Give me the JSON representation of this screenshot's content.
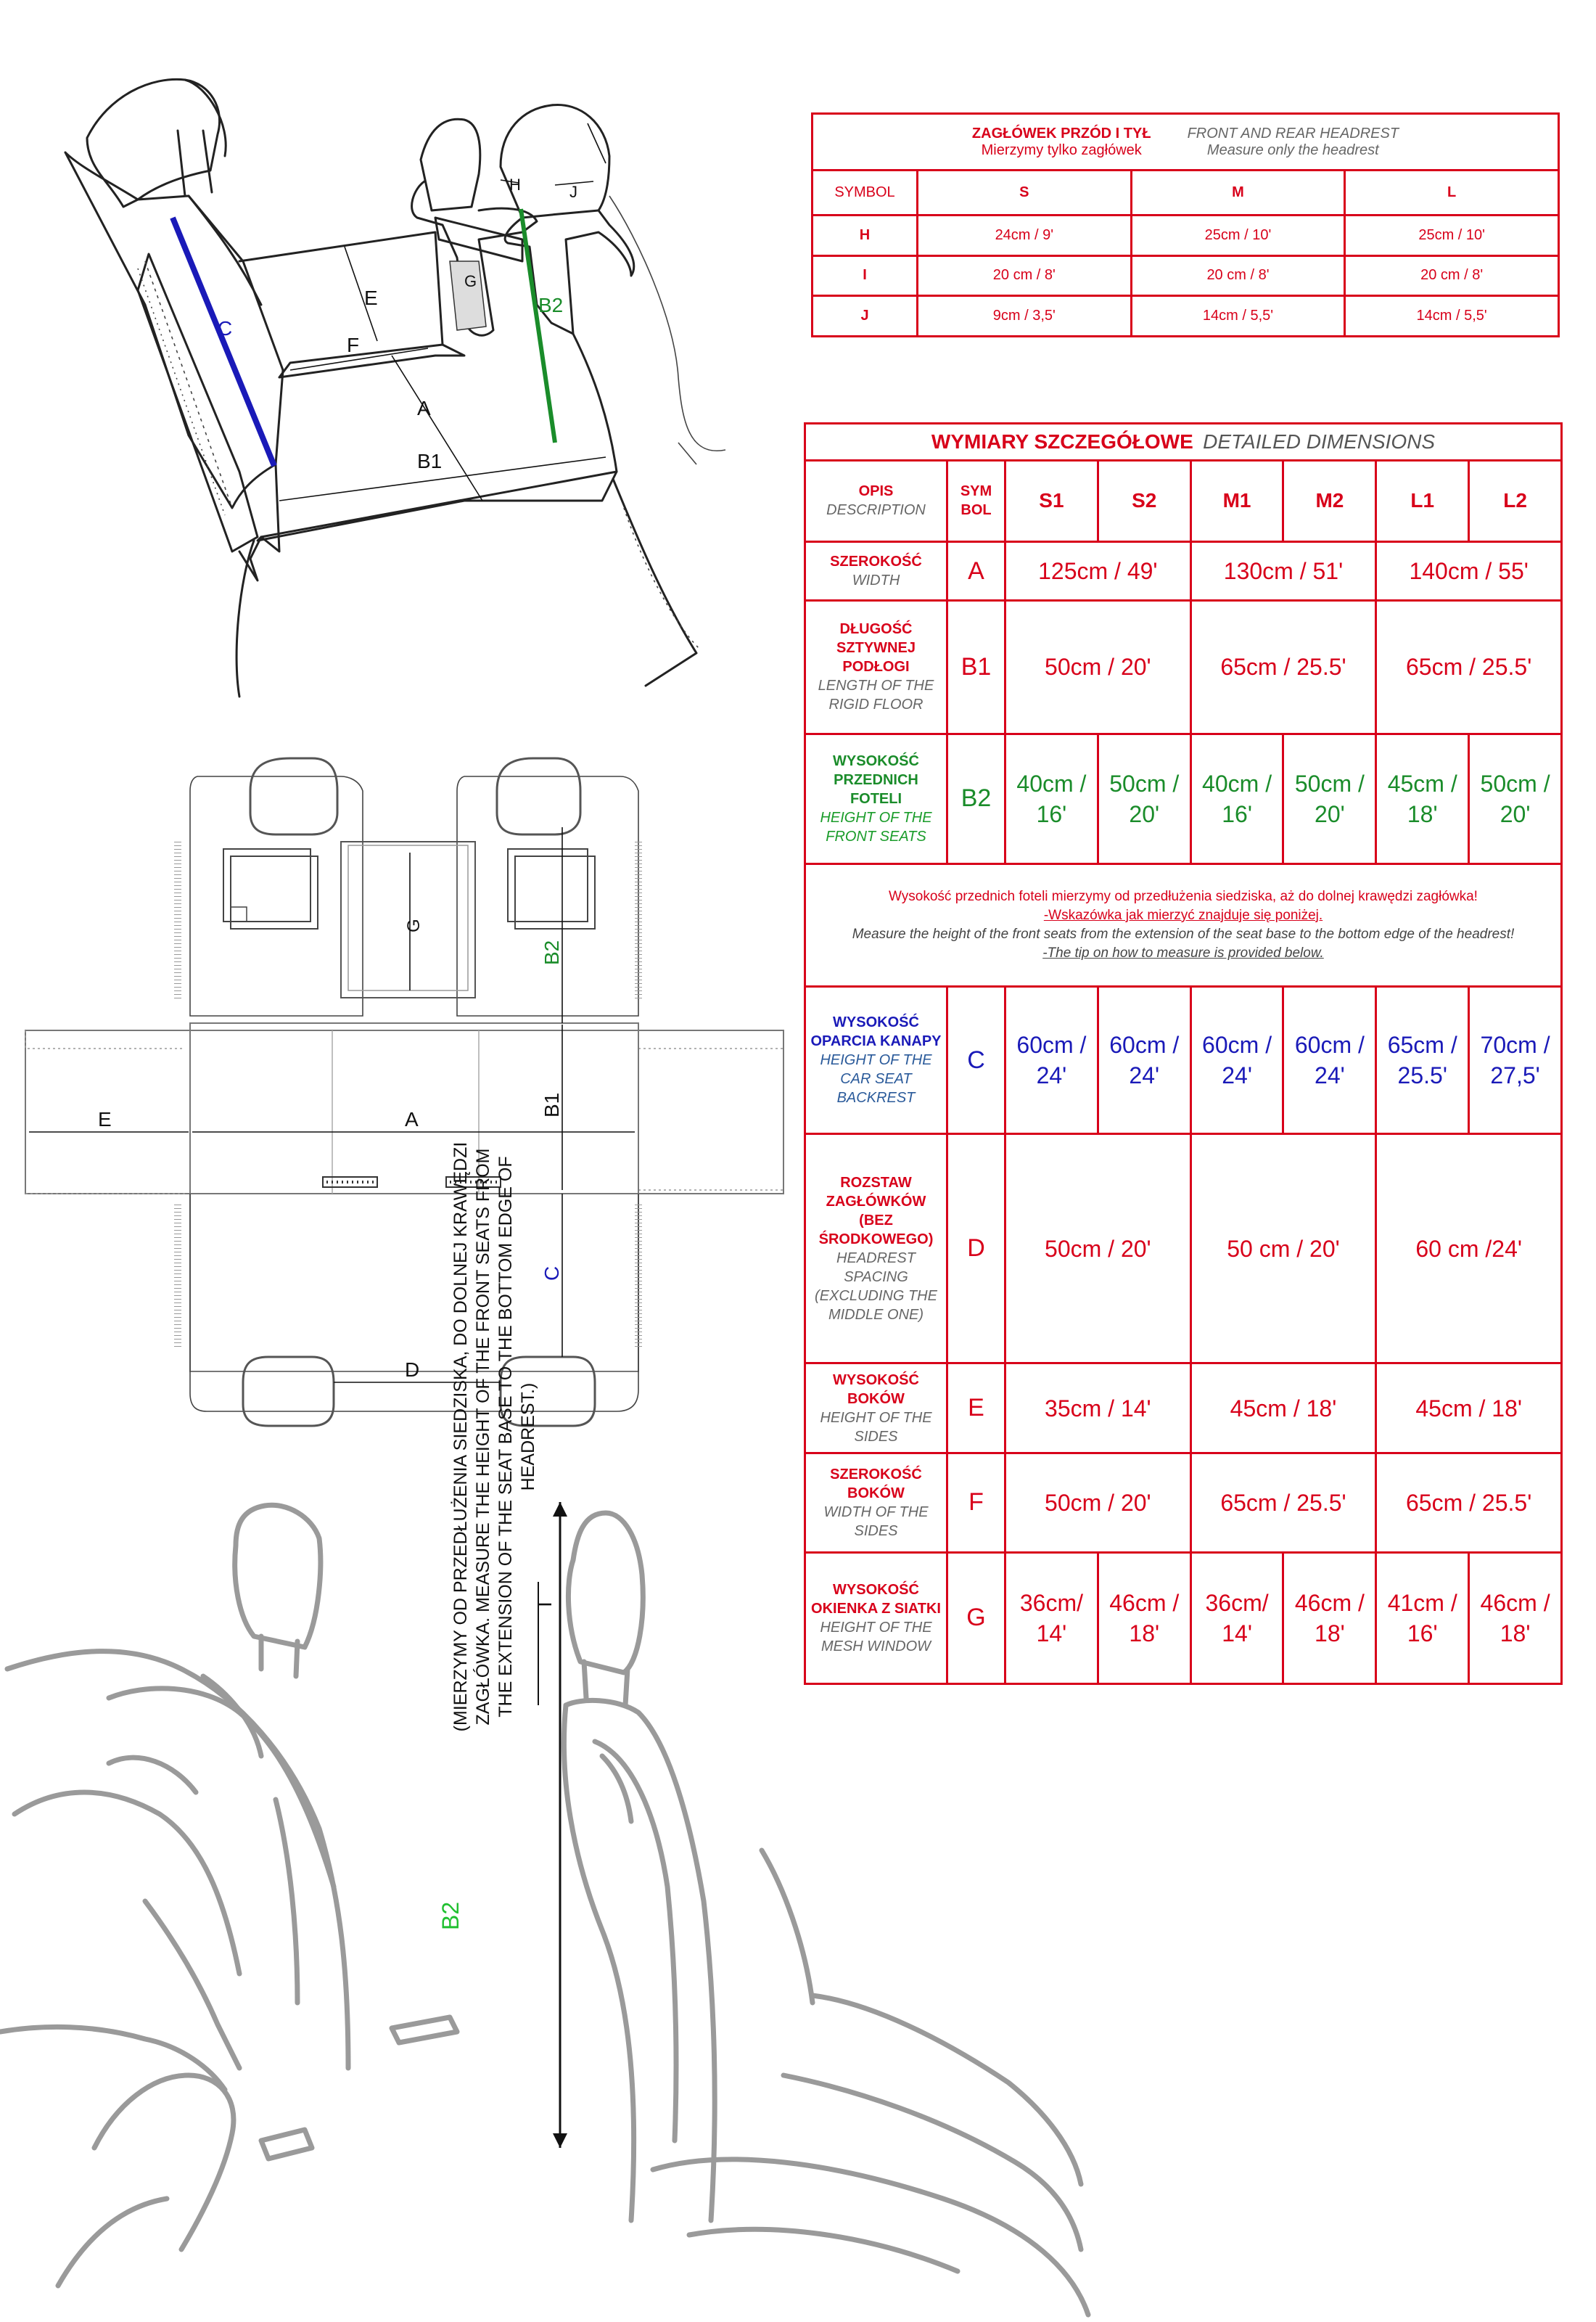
{
  "diagram_labels": {
    "C": "C",
    "F": "F",
    "E": "E",
    "A": "A",
    "B1": "B1",
    "G": "G",
    "H": "H",
    "J": "J",
    "B2": "B2",
    "D": "D",
    "I": "I"
  },
  "headrest_table": {
    "title_pl": "ZAGŁÓWEK PRZÓD I TYŁ",
    "title_en": "FRONT  AND REAR HEADREST",
    "sub_pl": "Mierzymy tylko zagłówek",
    "sub_en": "Measure only the headrest",
    "symbol_label": "SYMBOL",
    "sizes": [
      "S",
      "M",
      "L"
    ],
    "rows": [
      {
        "symbol": "H",
        "values": [
          "24cm / 9'",
          "25cm / 10'",
          "25cm / 10'"
        ]
      },
      {
        "symbol": "I",
        "values": [
          "20 cm / 8'",
          "20 cm / 8'",
          "20 cm / 8'"
        ]
      },
      {
        "symbol": "J",
        "values": [
          "9cm / 3,5'",
          "14cm / 5,5'",
          "14cm / 5,5'"
        ]
      }
    ]
  },
  "dim_table": {
    "title_pl": "WYMIARY SZCZEGÓŁOWE",
    "title_en": "DETAILED DIMENSIONS",
    "col_desc_pl": "OPIS",
    "col_desc_en": "DESCRIPTION",
    "col_sym": "SYM BOL",
    "sizes": [
      "S1",
      "S2",
      "M1",
      "M2",
      "L1",
      "L2"
    ],
    "rows": {
      "A": {
        "pl": "SZEROKOŚĆ",
        "en": "WIDTH",
        "symbol": "A",
        "v1": "125cm / 49'",
        "v2": "130cm / 51'",
        "v3": "140cm / 55'"
      },
      "B1": {
        "pl": "DŁUGOŚĆ SZTYWNEJ PODŁOGI",
        "en": "LENGTH OF THE RIGID FLOOR",
        "symbol": "B1",
        "v1": "50cm / 20'",
        "v2": "65cm / 25.5'",
        "v3": "65cm / 25.5'"
      },
      "B2": {
        "pl": "WYSOKOŚĆ PRZEDNICH FOTELI",
        "en": "HEIGHT OF THE FRONT SEATS",
        "symbol": "B2",
        "values": [
          "40cm  /  16'",
          "50cm / 20'",
          "40cm / 16'",
          "50cm / 20'",
          "45cm / 18'",
          "50cm / 20'"
        ]
      },
      "C": {
        "pl": "WYSOKOŚĆ OPARCIA KANAPY",
        "en": "HEIGHT OF THE CAR SEAT BACKREST",
        "symbol": "C",
        "values": [
          "60cm / 24'",
          "60cm / 24'",
          "60cm / 24'",
          "60cm / 24'",
          "65cm / 25.5'",
          "70cm / 27,5'"
        ]
      },
      "D": {
        "pl": "ROZSTAW ZAGŁÓWKÓW (BEZ ŚRODKOWEGO)",
        "en": "HEADREST SPACING (EXCLUDING THE MIDDLE ONE)",
        "symbol": "D",
        "v1": "50cm / 20'",
        "v2": "50 cm / 20'",
        "v3": "60 cm /24'"
      },
      "E": {
        "pl": "WYSOKOŚĆ BOKÓW",
        "en": "HEIGHT OF THE SIDES",
        "symbol": "E",
        "v1": "35cm / 14'",
        "v2": "45cm / 18'",
        "v3": "45cm / 18'"
      },
      "F": {
        "pl": "SZEROKOŚĆ BOKÓW",
        "en": "WIDTH OF THE SIDES",
        "symbol": "F",
        "v1": "50cm / 20'",
        "v2": "65cm / 25.5'",
        "v3": "65cm / 25.5'"
      },
      "G": {
        "pl": "WYSOKOŚĆ OKIENKA Z SIATKI",
        "en": "HEIGHT OF THE MESH WINDOW",
        "symbol": "G",
        "values": [
          "36cm/ 14'",
          "46cm / 18'",
          "36cm/ 14'",
          "46cm / 18'",
          "41cm / 16'",
          "46cm / 18'"
        ]
      }
    },
    "note": {
      "pl1": "Wysokość przednich foteli mierzymy od przedłużenia siedziska, aż do dolnej krawędzi zagłówka!",
      "pl2": "-Wskazówka jak mierzyć znajduje się poniżej.",
      "en1": "Measure the height of the front seats from the extension of the seat base to the bottom edge of the headrest!",
      "en2": "-The tip on how to measure is provided below."
    }
  },
  "side_note": "(MIERZYMY OD PRZEDŁUŻENIA SIEDZISKA, DO DOLNEJ KRAWĘDZI ZAGŁÓWKA.  MEASURE THE HEIGHT OF THE FRONT SEATS FROM THE EXTENSION OF THE SEAT BASE TO THE BOTTOM EDGE OF HEADREST.)",
  "colors": {
    "red": "#d8001a",
    "green": "#1a8c2a",
    "blue": "#1a1ab8",
    "grey": "#9a9a9a"
  }
}
